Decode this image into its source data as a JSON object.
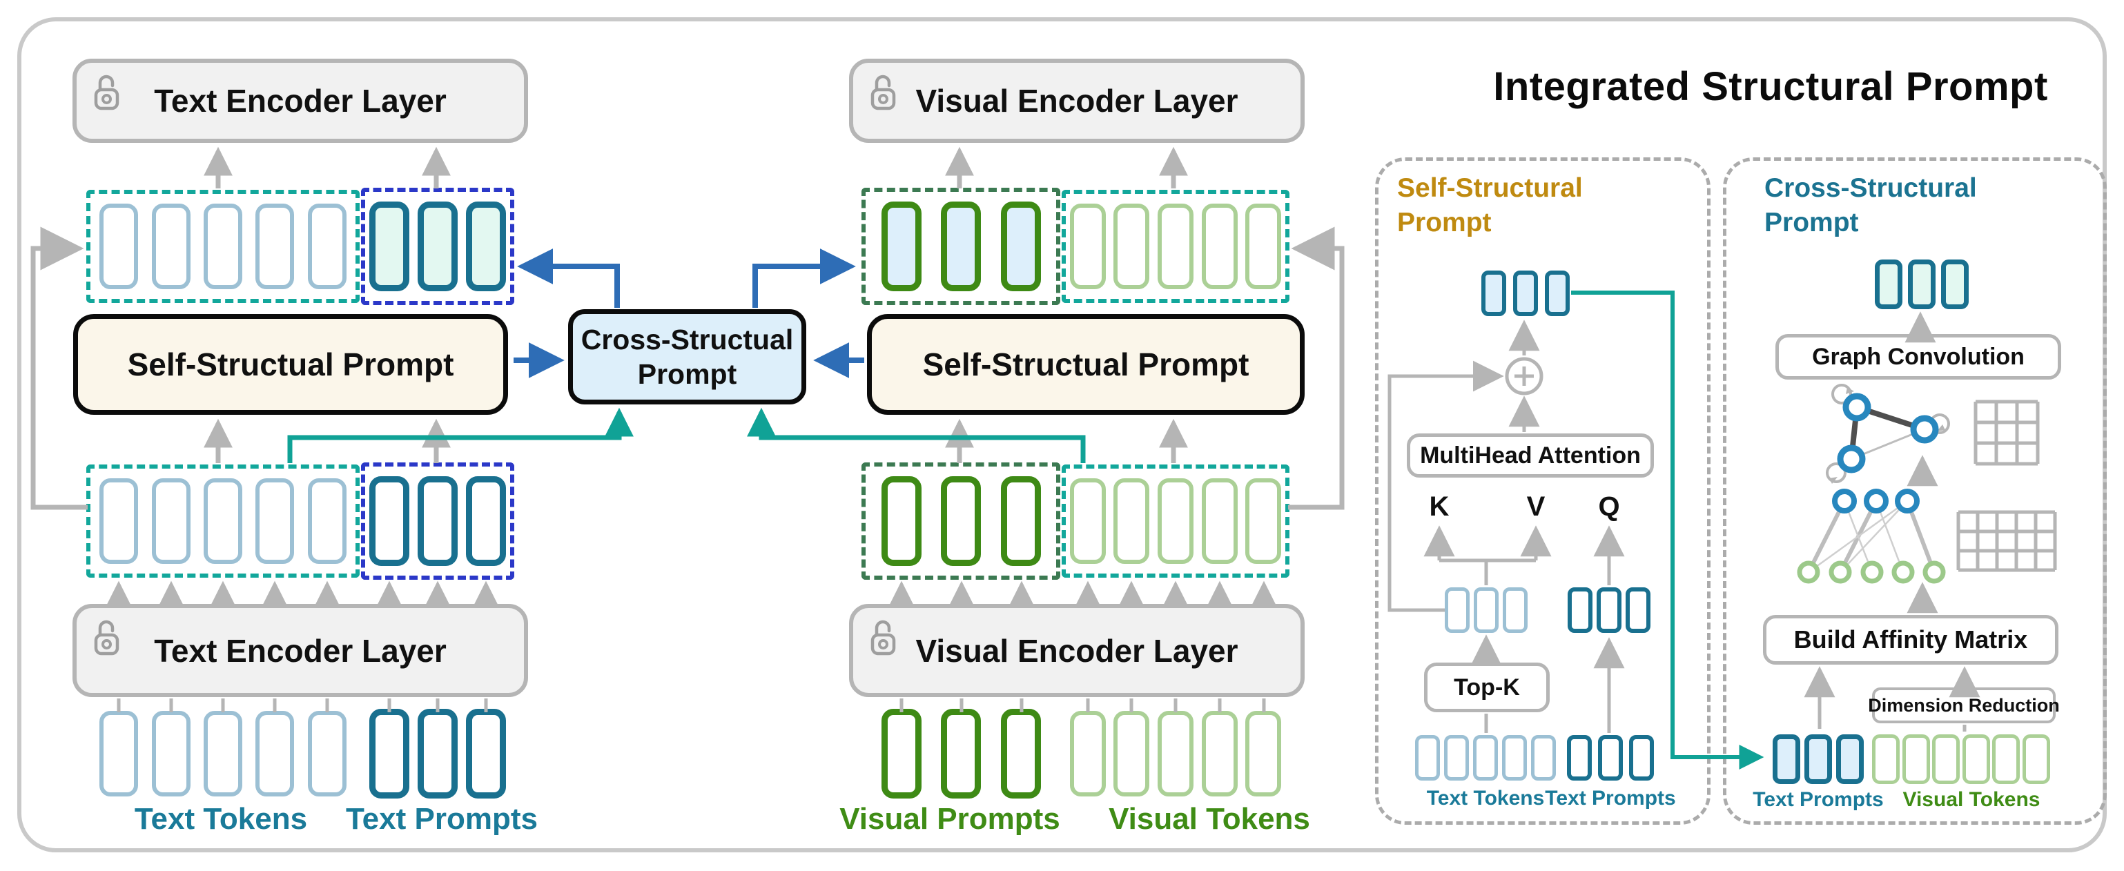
{
  "title": "Integrated Structural Prompt",
  "colors": {
    "text_token_light": "#9cc0d4",
    "text_prompt_dark": "#19708f",
    "visual_prompt_dark": "#3e8a15",
    "visual_token_light": "#abd096",
    "mint_fill": "#e3f8f1",
    "light_blue_fill": "#ddeffb",
    "cream_box_fill": "#fbf6ea",
    "cross_box_fill": "#ddeffa",
    "blue_arrow": "#2e6db6",
    "teal_arrow": "#10a296",
    "gray_line": "#b5b5b5",
    "gold_title": "#bf8a10",
    "teal_title": "#1b7391",
    "teal_dash": "#12a79b",
    "blue_dash": "#2b38c8",
    "green_dash": "#3c7a52"
  },
  "text_branch": {
    "encoder_top": "Text Encoder Layer",
    "encoder_bottom": "Text Encoder Layer",
    "self_prompt": "Self-Structual Prompt",
    "tokens_label": "Text Tokens",
    "prompts_label": "Text Prompts"
  },
  "visual_branch": {
    "encoder_top": "Visual Encoder Layer",
    "encoder_bottom": "Visual Encoder Layer",
    "self_prompt": "Self-Structual Prompt",
    "prompts_label": "Visual Prompts",
    "tokens_label": "Visual Tokens"
  },
  "cross_box": {
    "line1": "Cross-Structual",
    "line2": "Prompt"
  },
  "self_panel": {
    "title_line1": "Self-Structural",
    "title_line2": "Prompt",
    "multihead_label": "MultiHead Attention",
    "k_label": "K",
    "v_label": "V",
    "q_label": "Q",
    "topk_label": "Top-K",
    "tokens_label": "Text Tokens",
    "prompts_label": "Text Prompts"
  },
  "cross_panel": {
    "title_line1": "Cross-Structural",
    "title_line2": "Prompt",
    "graph_conv_label": "Graph Convolution",
    "build_affinity_label": "Build Affinity Matrix",
    "dim_reduction_label": "Dimension Reduction",
    "prompts_label": "Text Prompts",
    "tokens_label": "Visual Tokens"
  },
  "token_groups": {
    "text_top_tokens": {
      "count": 5,
      "classes": "sz-lg tk-textlight"
    },
    "text_top_prompts": {
      "count": 3,
      "classes": "sz-lgd tk-textdark fill-mint"
    },
    "text_mid_tokens": {
      "count": 5,
      "classes": "sz-lg tk-textlight"
    },
    "text_mid_prompts": {
      "count": 3,
      "classes": "sz-lgd tk-textdark"
    },
    "text_bot_tokens": {
      "count": 5,
      "classes": "sz-lg tk-textlight"
    },
    "text_bot_prompts": {
      "count": 3,
      "classes": "sz-lgd tk-textdark"
    },
    "visual_top_prompts": {
      "count": 3,
      "classes": "sz-lgd tk-visdark fill-blue"
    },
    "visual_top_tokens": {
      "count": 5,
      "classes": "sz-lgv tk-vislight"
    },
    "visual_mid_prompts": {
      "count": 3,
      "classes": "sz-lgd tk-visdark"
    },
    "visual_mid_tokens": {
      "count": 5,
      "classes": "sz-lgv tk-vislight"
    },
    "visual_bot_prompts": {
      "count": 3,
      "classes": "sz-lgd tk-visdark"
    },
    "visual_bot_tokens": {
      "count": 5,
      "classes": "sz-lgv tk-vislight"
    },
    "self_panel_output": {
      "count": 3,
      "classes": "sz-sm tk-textdark-sm fill-blue"
    },
    "self_panel_kv": {
      "count": 3,
      "classes": "sz-sm tk-textlight-sm"
    },
    "self_panel_q": {
      "count": 3,
      "classes": "sz-sm tk-textdark-sm"
    },
    "self_panel_bot_tokens": {
      "count": 5,
      "classes": "sz-sm tk-textlight-sm"
    },
    "self_panel_bot_prompts": {
      "count": 3,
      "classes": "sz-sm tk-textdark-sm"
    },
    "cross_panel_output": {
      "count": 3,
      "classes": "sz-md tk-textdark-md fill-mint"
    },
    "cross_panel_bot_prompts": {
      "count": 3,
      "classes": "sz-md tk-textdark-md fill-blue"
    },
    "cross_panel_bot_tokens": {
      "count": 6,
      "classes": "sz-md tk-vislight-md"
    }
  }
}
